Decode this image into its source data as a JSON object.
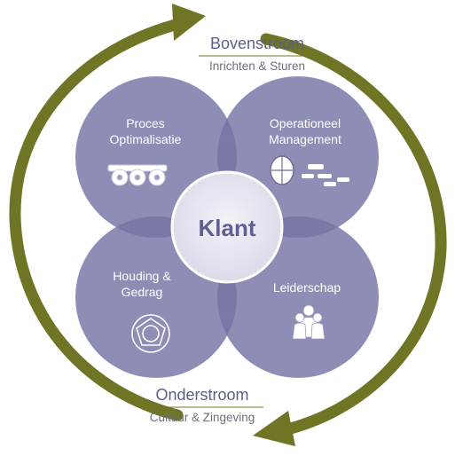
{
  "top": {
    "title": "Bovenstroom",
    "subtitle": "Inrichten & Sturen"
  },
  "bottom": {
    "title": "Onderstroom",
    "subtitle": "Cultuur & Zingeving"
  },
  "center": {
    "label": "Klant"
  },
  "circles": {
    "top_left": {
      "line1": "Proces",
      "line2": "Optimalisatie",
      "icon": "gears-icon"
    },
    "top_right": {
      "line1": "Operationeel",
      "line2": "Management",
      "icon": "globe-flowchart-icon"
    },
    "bottom_left": {
      "line1": "Houding &",
      "line2": "Gedrag",
      "icon": "spiral-shell-icon"
    },
    "bottom_right": {
      "line1": "Leiderschap",
      "icon": "people-group-icon"
    }
  },
  "colors": {
    "arrow": "#6f7524",
    "circle": "#8e8db5",
    "overlap": "#7a79a5",
    "center_fill": "#e7e6f1",
    "text_accent": "#5a5e8c"
  }
}
